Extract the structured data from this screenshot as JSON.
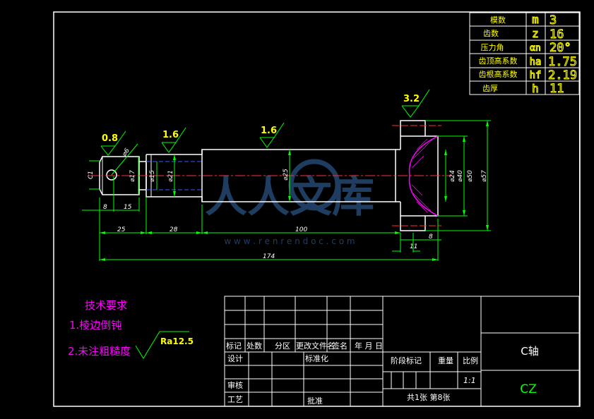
{
  "gear_table": {
    "rows": [
      {
        "label": "模数",
        "symbol": "m",
        "value": "3"
      },
      {
        "label": "齿数",
        "symbol": "z",
        "value": "16"
      },
      {
        "label": "压力角",
        "symbol": "αn",
        "value": "20°"
      },
      {
        "label": "齿顶高系数",
        "symbol": "ha",
        "value": "1.75"
      },
      {
        "label": "齿根高系数",
        "symbol": "hf",
        "value": "2.19"
      },
      {
        "label": "齿厚",
        "symbol": "h",
        "value": "11"
      }
    ]
  },
  "roughness": {
    "r08": "0.8",
    "r16a": "1.6",
    "r16b": "1.6",
    "r32": "3.2",
    "note": "Ra12.5"
  },
  "dimensions": {
    "d6": "⌀6",
    "d17": "⌀17",
    "d15": "⌀15",
    "d21": "⌀21",
    "d25": "⌀25",
    "d24": "⌀24",
    "d40": "⌀40",
    "d50": "⌀50",
    "d57": "⌀57",
    "c1": "C1",
    "l8": "8",
    "l15": "15",
    "l25": "25",
    "l28": "28",
    "l100": "100",
    "l174": "174",
    "l11": "11",
    "l8b": "8"
  },
  "tech_req": {
    "title": "技术要求",
    "item1": "1.棱边倒钝",
    "item2": "2.未注粗糙度"
  },
  "watermark": {
    "cn": "人人文库",
    "url": "w w w . r e n r e n d o c . c o m"
  },
  "title_block": {
    "h_mark": "标记",
    "h_count": "处数",
    "h_zone": "分区",
    "h_docno": "更改文件名",
    "h_sign": "签名",
    "h_date": "年 月 日",
    "design": "设计",
    "standard": "标准化",
    "review": "审核",
    "process": "工艺",
    "approve": "批准",
    "stage": "阶段标记",
    "weight": "重量",
    "ratio": "比例",
    "scale": "1:1",
    "sheets": "共1张  第8张",
    "part_name": "C轴",
    "code": "CZ"
  }
}
